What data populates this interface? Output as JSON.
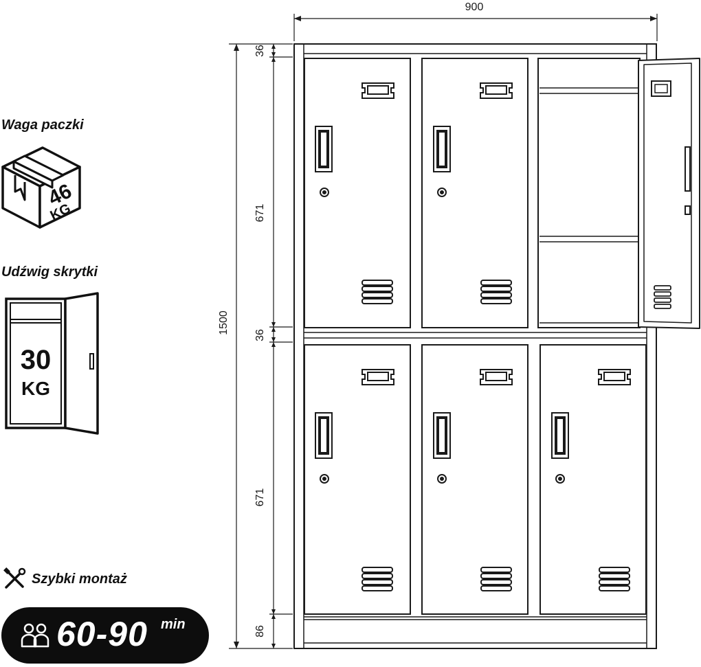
{
  "labels": {
    "package_weight": "Waga paczki",
    "compartment_load": "Udźwig skrytki",
    "quick_assembly": "Szybki montaż"
  },
  "package_badge": {
    "number": "46",
    "unit": "KG"
  },
  "capacity_badge": {
    "number": "30",
    "unit": "KG"
  },
  "assembly_time": {
    "value": "60-90",
    "unit": "min"
  },
  "dimensions": {
    "width": "900",
    "height": "1500",
    "top_gap": "36",
    "upper_door": "671",
    "middle_gap": "36",
    "lower_door": "671",
    "base": "86"
  },
  "colors": {
    "line": "#1a1a1a",
    "badge_bg": "#0d0d0d",
    "badge_text": "#ffffff"
  }
}
